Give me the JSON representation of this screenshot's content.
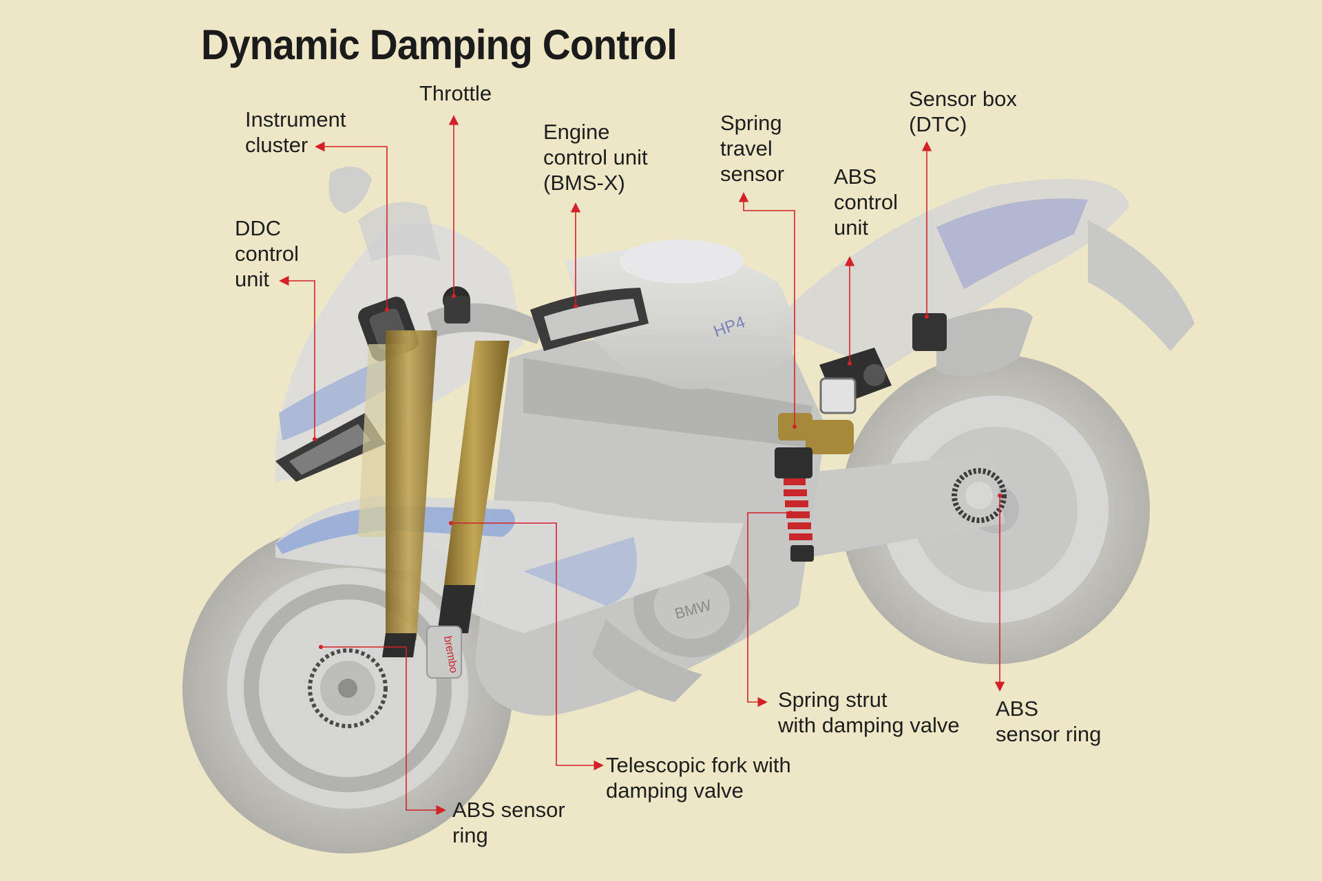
{
  "title": "Dynamic Damping Control",
  "colors": {
    "background": "#ede6c7",
    "leader": "#d42027",
    "bike": "#d1d1cf",
    "fork": "#a7893b",
    "spring": "#c8282b"
  },
  "labels": {
    "instrument_cluster": "Instrument\ncluster",
    "throttle": "Throttle",
    "engine_control_unit": "Engine\ncontrol unit\n(BMS-X)",
    "spring_travel_sensor": "Spring\ntravel\nsensor",
    "abs_control_unit": "ABS\ncontrol\nunit",
    "sensor_box": "Sensor box\n(DTC)",
    "ddc_control_unit": "DDC\ncontrol\nunit",
    "spring_strut": "Spring strut\nwith damping valve",
    "abs_sensor_ring_rear": "ABS\nsensor ring",
    "telescopic_fork": "Telescopic fork with\ndamping valve",
    "abs_sensor_ring_front": "ABS sensor\nring"
  },
  "bike_marks": {
    "front_brand": "brembo",
    "tank_badge": "HP4",
    "engine_brand": "BMW"
  }
}
